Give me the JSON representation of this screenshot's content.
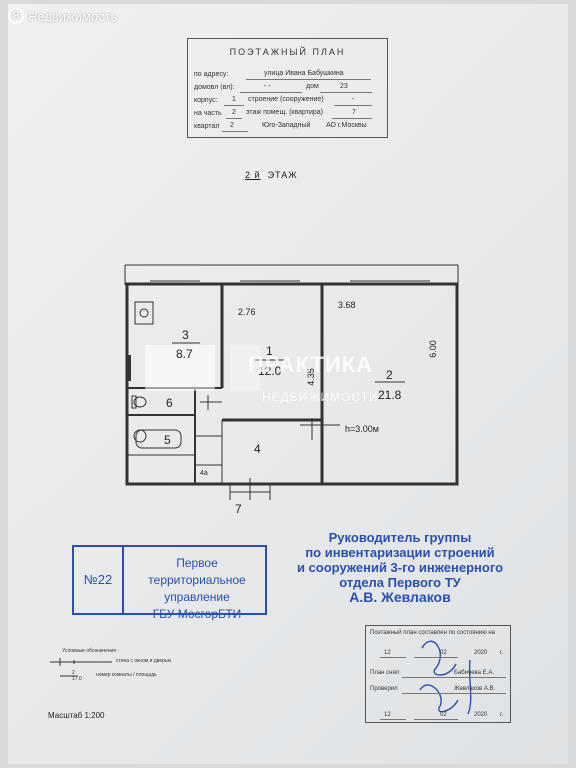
{
  "watermark": {
    "logo": "Я",
    "text": "Недвижимость"
  },
  "header": {
    "title": "ПОЭТАЖНЫЙ ПЛАН",
    "address_label": "по адресу:",
    "address_value": "улица Ивана Бабушкина",
    "domovl_label": "домовл (вл):",
    "domovl_value": "- -",
    "dom_label": "дом",
    "dom_value": "23",
    "korpus_label": "корпус:",
    "korpus_value": "1",
    "stroenie_label": "строение (сооружение)",
    "stroenie_value": "-",
    "chast_label": "на часть",
    "chast_value": "2",
    "etazh_label": "этаж помещ. (квартира)",
    "etazh_value": "7",
    "kvartal_label": "квартал",
    "kvartal_value": "2",
    "district": "Юго-Западный",
    "ao": "АО г.Москвы"
  },
  "floor": {
    "number": "2 й",
    "label": "ЭТАЖ"
  },
  "rooms": [
    {
      "number": "1",
      "area": "12.0"
    },
    {
      "number": "2",
      "area": "21.8"
    },
    {
      "number": "3",
      "area": "8.7"
    },
    {
      "number": "4"
    },
    {
      "number": "5"
    },
    {
      "number": "6"
    },
    {
      "number": "7"
    }
  ],
  "dimensions": {
    "d1": "2.76",
    "d2": "3.68",
    "d3": "6.00",
    "d4": "4.35",
    "height": "h=3.00м",
    "small": "4а"
  },
  "overlay": {
    "brand": "ПРАКТИКА",
    "sub": "НЕДВИЖИМОСТИ"
  },
  "stamp": {
    "number": "№22",
    "line1": "Первое территориальное",
    "line2": "управление",
    "line3": "ГБУ МосгорБТИ"
  },
  "authority": {
    "line1": "Руководитель группы",
    "line2": "по инвентаризации строений",
    "line3": "и сооружений 3-го инженерного",
    "line4": "отдела Первого ТУ",
    "name": "А.В. Жевлаков"
  },
  "legend": {
    "title": "Условные обозначения :",
    "wall": "стена с окном и дверью",
    "room_fraction": "2\n17.0",
    "room_label": "номер комнаты / площадь"
  },
  "scale": "Масштаб 1:200",
  "signoff": {
    "title": "Поэтажный план составлен по состоянию на",
    "day1": "12",
    "month1": "02",
    "year1": "2020",
    "g1": "г.",
    "snyal_label": "План снял",
    "snyal_value": "Бабичева Е.А.",
    "proveril_label": "Проверил",
    "proveril_value": "Жевлахов А.В.",
    "day2": "12",
    "month2": "02",
    "year2": "2020",
    "g2": "г."
  }
}
